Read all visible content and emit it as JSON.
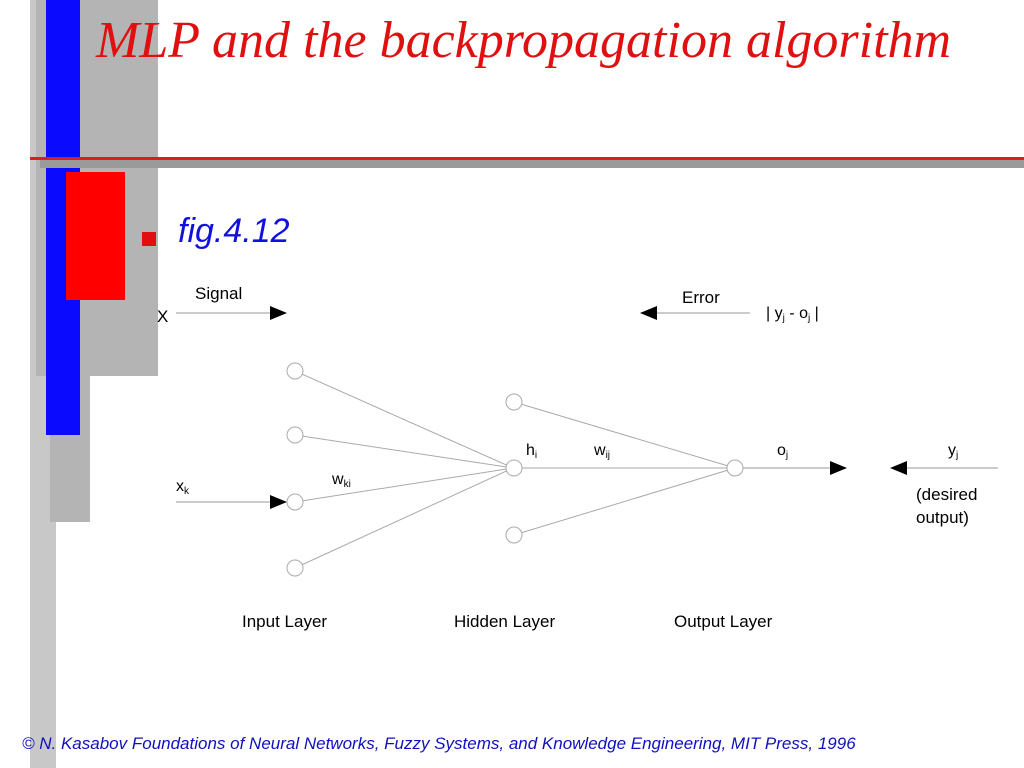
{
  "slide": {
    "title": "MLP and the backpropagation algorithm",
    "bullet": "fig.4.12",
    "footer": "© N. Kasabov Foundations of Neural Networks, Fuzzy Systems, and Knowledge Engineering, MIT Press, 1996"
  },
  "diagram": {
    "signal_label": "Signal",
    "signal_input": "X",
    "error_label": "Error",
    "error_expr": {
      "open": "| y",
      "sub1": "j",
      "mid": " - o",
      "sub2": "j",
      "close": " |"
    },
    "x_k": {
      "base": "x",
      "sub": "k"
    },
    "w_ki": {
      "base": "w",
      "sub": "ki"
    },
    "h_i": {
      "base": "h",
      "sub": "i"
    },
    "w_ij": {
      "base": "w",
      "sub": "ij"
    },
    "o_j": {
      "base": "o",
      "sub": "j"
    },
    "y_j": {
      "base": "y",
      "sub": "j"
    },
    "desired_line1": "(desired",
    "desired_line2": "output)",
    "layers": [
      "Input Layer",
      "Hidden Layer",
      "Output Layer"
    ]
  },
  "colors": {
    "title": "#e01010",
    "accent_blue": "#1010e0",
    "bar_blue": "#0a0aff",
    "bar_red": "#ff0000",
    "bar_gray": "#b4b4b4"
  }
}
